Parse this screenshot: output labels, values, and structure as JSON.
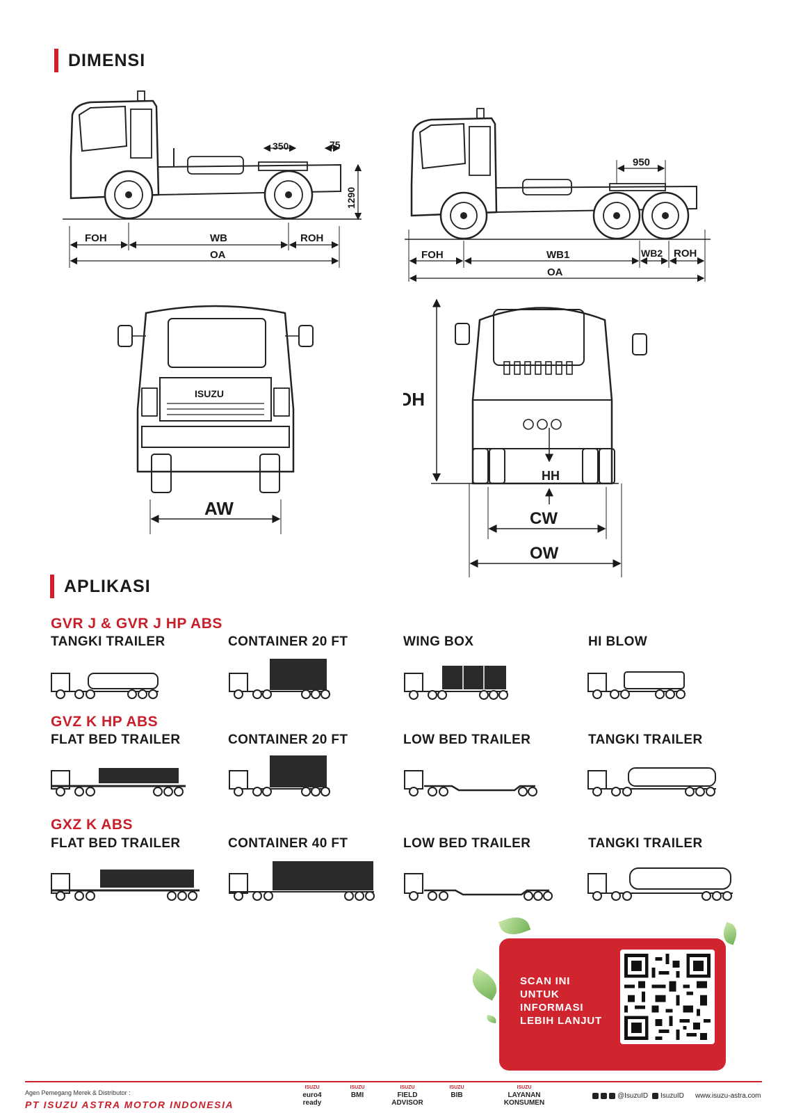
{
  "dimensi": {
    "title": "DIMENSI",
    "side_left": {
      "d350": "350",
      "d75": "75",
      "d1290": "1290",
      "foh": "FOH",
      "wb": "WB",
      "roh": "ROH",
      "oa": "OA"
    },
    "side_right": {
      "d950": "950",
      "foh": "FOH",
      "wb1": "WB1",
      "wb2": "WB2",
      "roh": "ROH",
      "oa": "OA"
    },
    "front": {
      "brand": "ISUZU",
      "aw": "AW"
    },
    "rear": {
      "oh": "OH",
      "hh": "HH",
      "cw": "CW",
      "ow": "OW"
    }
  },
  "aplikasi": {
    "title": "APLIKASI",
    "groups": [
      {
        "model": "GVR J & GVR J HP ABS",
        "items": [
          "TANGKI TRAILER",
          "CONTAINER 20 FT",
          "WING BOX",
          "HI BLOW"
        ]
      },
      {
        "model": "GVZ K HP ABS",
        "items": [
          "FLAT BED TRAILER",
          "CONTAINER 20 FT",
          "LOW BED TRAILER",
          "TANGKI TRAILER"
        ]
      },
      {
        "model": "GXZ K ABS",
        "items": [
          "FLAT BED TRAILER",
          "CONTAINER 40 FT",
          "LOW BED TRAILER",
          "TANGKI TRAILER"
        ]
      }
    ]
  },
  "qr": {
    "line1": "SCAN INI",
    "line2": "UNTUK",
    "line3": "INFORMASI",
    "line4": "LEBIH LANJUT"
  },
  "footer": {
    "agent": "Agen Pemegang Merek & Distributor :",
    "company": "PT ISUZU ASTRA MOTOR INDONESIA",
    "logos": [
      {
        "top": "ISUZU",
        "main": "euro4 ready"
      },
      {
        "top": "ISUZU",
        "main": "BMI"
      },
      {
        "top": "ISUZU",
        "main": "FIELD ADVISOR"
      },
      {
        "top": "ISUZU",
        "main": "BIB"
      },
      {
        "top": "ISUZU",
        "main": "LAYANAN KONSUMEN"
      }
    ],
    "social_handle": "@IsuzuID",
    "youtube_handle": "IsuzuID",
    "website": "www.isuzu-astra.com"
  },
  "colors": {
    "accent": "#d0202a",
    "qr_panel": "#d0252e",
    "text": "#1a1a1a"
  }
}
